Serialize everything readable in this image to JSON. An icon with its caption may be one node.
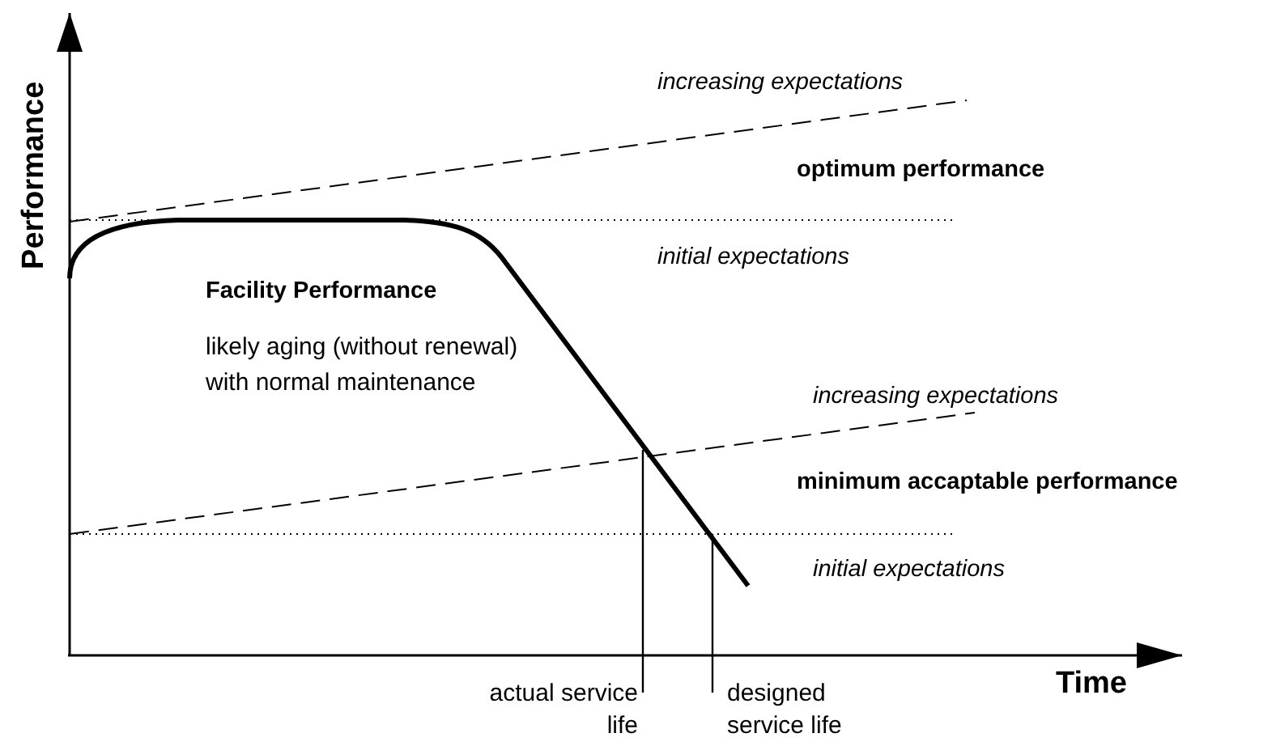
{
  "diagram": {
    "labels": [
      "Performance",
      "increasing expectations",
      "optimum performance",
      "initial expectations",
      "Facility Performance",
      "likely aging (without renewal) with normal maintenance",
      "increasing expectations",
      "minimum accaptable performance",
      "initial expectations",
      "Time",
      "actual service life",
      "designed service life"
    ]
  }
}
